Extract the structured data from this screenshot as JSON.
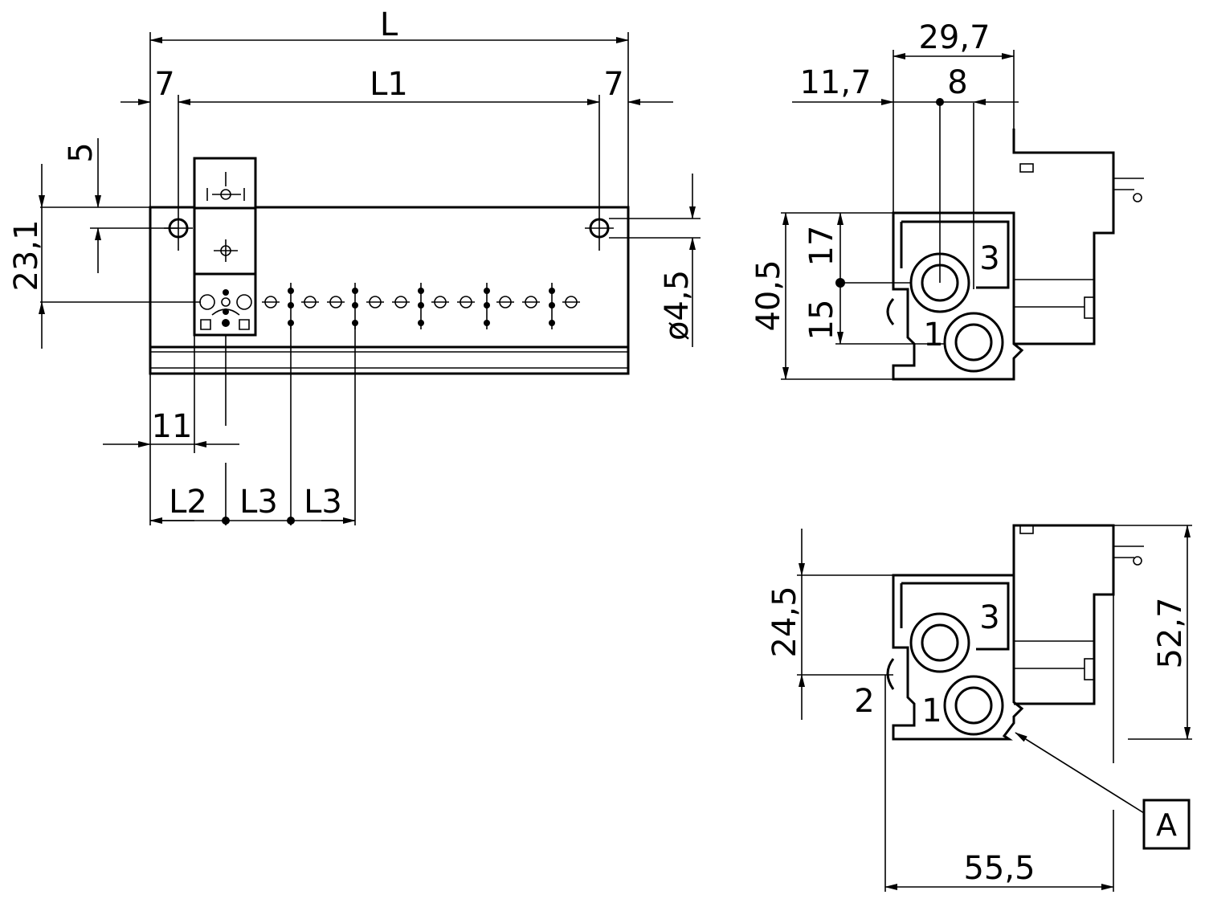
{
  "dimensions": {
    "overall_length": "L",
    "hole_pitch": "L1",
    "end_margin_left": "7",
    "end_margin_right": "7",
    "hole_offset_top": "5",
    "hole_row_height": "23,1",
    "hole_diameter": "ø4,5",
    "first_valve_offset": "11",
    "port_offset": "L2",
    "valve_pitch_1": "L3",
    "valve_pitch_2": "L3",
    "side_total_width": "29,7",
    "side_offset": "11,7",
    "port_spacing": "8",
    "body_height": "40,5",
    "port3_height": "17",
    "port1_height": "15",
    "lower_height": "24,5",
    "total_height": "52,7",
    "total_width": "55,5"
  },
  "ports": {
    "upper_view_top": "3",
    "upper_view_bottom": "1",
    "lower_view_top": "3",
    "lower_view_side": "2",
    "lower_view_bottom": "1"
  },
  "callout": {
    "label": "A"
  }
}
